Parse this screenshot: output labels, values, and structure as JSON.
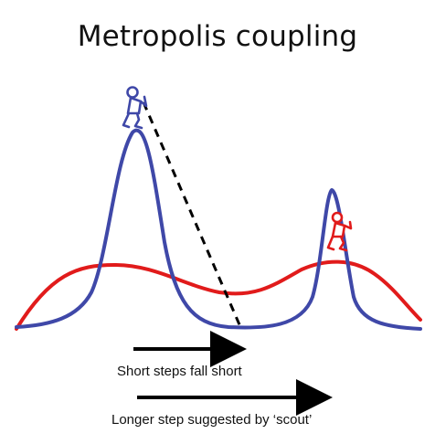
{
  "title": "Metropolis coupling",
  "captions": {
    "short_steps": "Short steps fall short",
    "longer_step": "Longer step suggested by ‘scout’"
  },
  "colors": {
    "narrow_distribution": "#3f48a8",
    "flat_distribution": "#e11b1b",
    "arrow": "#000000",
    "text": "#111111"
  },
  "icons": {
    "blue_walker": "hiker-icon",
    "red_scout": "scout-hiker-icon"
  }
}
